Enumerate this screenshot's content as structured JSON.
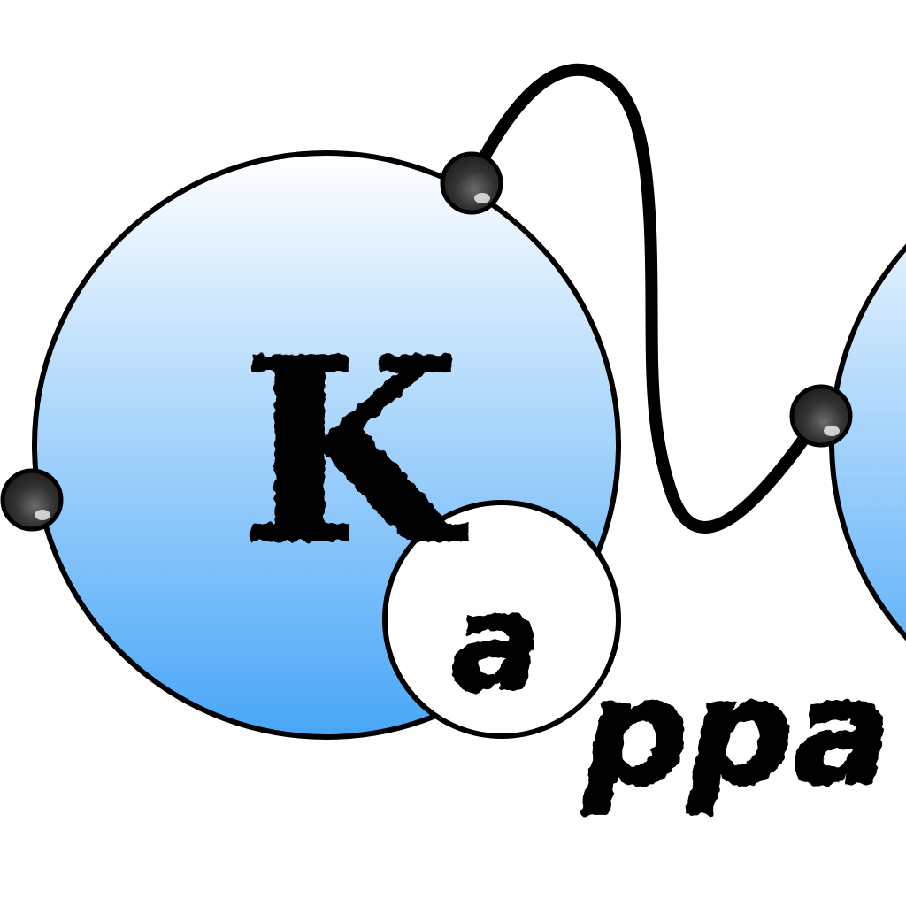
{
  "logo": {
    "letter_k": "K",
    "letter_a": "a",
    "suffix": "ppa"
  },
  "colors": {
    "background": "#ffffff",
    "outline": "#000000",
    "sphere_top": "#ffffff",
    "sphere_bottom": "#48a6f8",
    "node": "#2e2e2e",
    "small_circle": "#ffffff"
  },
  "icons": [
    "large-blue-sphere",
    "partial-blue-sphere",
    "small-white-circle",
    "connector-node",
    "wire"
  ]
}
